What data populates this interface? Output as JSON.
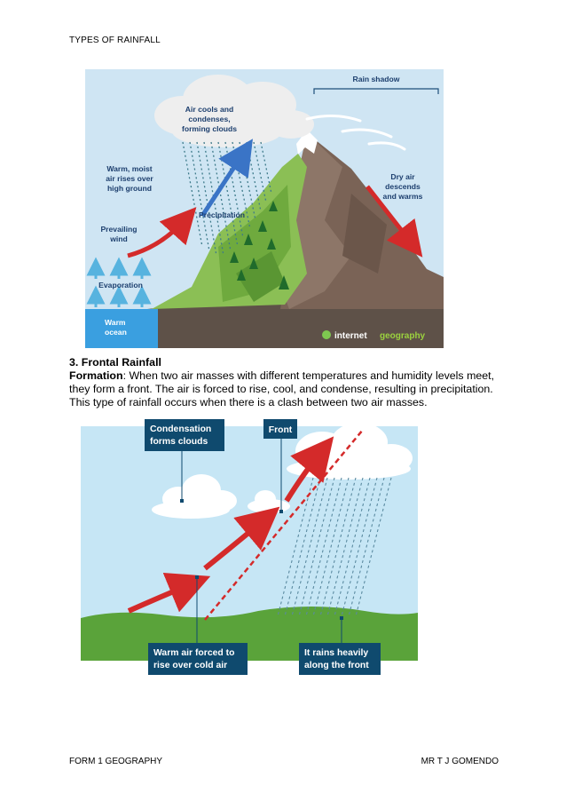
{
  "header": {
    "title": "TYPES OF RAINFALL"
  },
  "figure1": {
    "labels": {
      "rain_shadow": "Rain shadow",
      "air_cools": [
        "Air cools and",
        "condenses,",
        "forming clouds"
      ],
      "warm_moist": [
        "Warm, moist",
        "air rises over",
        "high ground"
      ],
      "dry_air": [
        "Dry air",
        "descends",
        "and warms"
      ],
      "precipitation": "Precipitation",
      "prevailing_wind": [
        "Prevailing",
        "wind"
      ],
      "evaporation": "Evaporation",
      "warm_ocean": [
        "Warm",
        "ocean"
      ],
      "logo_word1": "internet",
      "logo_word2": "geography"
    }
  },
  "section": {
    "heading": "3. Frontal Rainfall",
    "term": "Formation",
    "body": ": When two air masses with different temperatures and humidity levels meet, they form a front. The air is forced to rise, cool, and condense, resulting in precipitation. This type of rainfall occurs when there is a clash between two air masses."
  },
  "figure2": {
    "labels": {
      "condensation": [
        "Condensation",
        "forms clouds"
      ],
      "front": "Front",
      "warm_air": [
        "Warm air forced to",
        "rise over cold air"
      ],
      "rains": [
        "It rains heavily",
        "along the front"
      ]
    }
  },
  "footer": {
    "left": "FORM 1 GEOGRAPHY",
    "right": "MR T J GOMENDO"
  },
  "colors": {
    "sky": "#cfe5f3",
    "ocean": "#3a9fe0",
    "grass": "#5aa33a",
    "label_box": "#0f4a6e",
    "arrow_red": "#d42a2a"
  }
}
